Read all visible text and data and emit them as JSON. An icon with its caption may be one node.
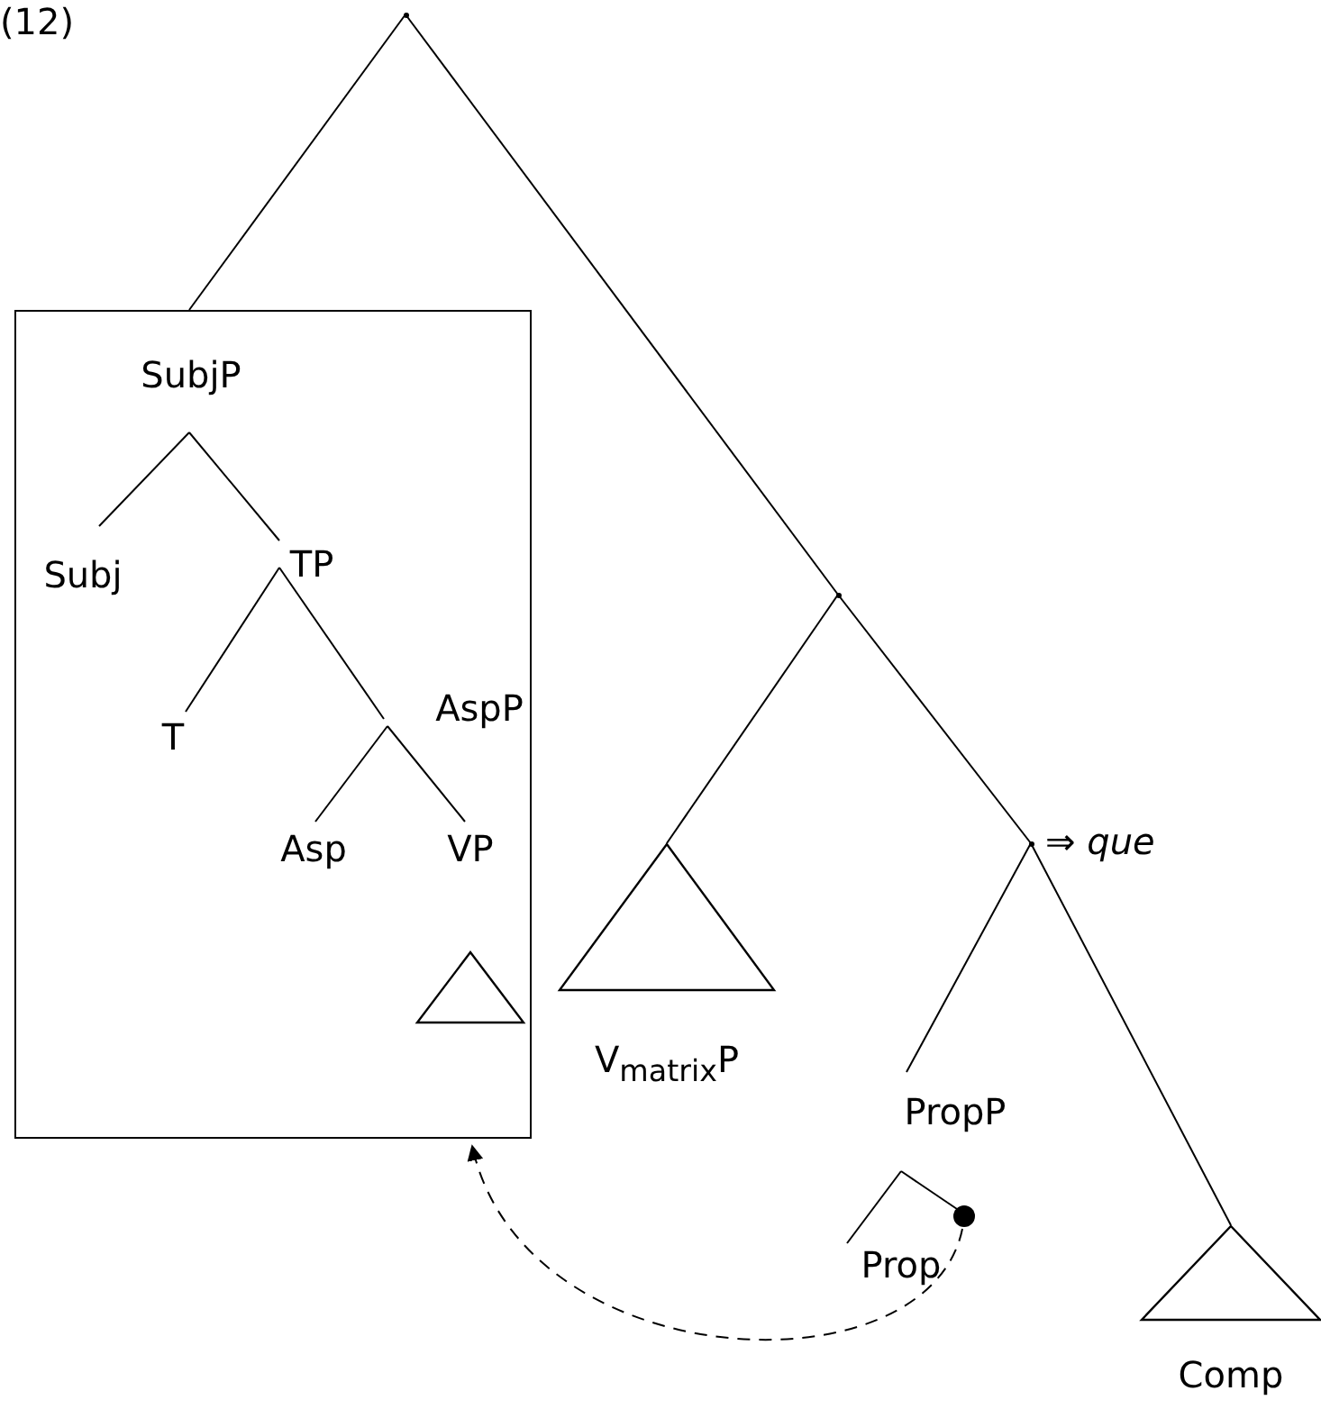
{
  "diagram": {
    "nodes": [
      {
        "text": [],
        "shape": "point"
      },
      {
        "text": [],
        "shape": "box"
      },
      {
        "text": [
          "SubjP"
        ],
        "in": 1
      },
      {
        "text": [
          "Subj"
        ],
        "in": 1
      },
      {
        "text": [
          "TP"
        ],
        "in": 1
      },
      {
        "text": [
          "T"
        ],
        "in": 1
      },
      {
        "text": [
          "AspP"
        ],
        "in": 1
      },
      {
        "text": [
          "Asp"
        ],
        "in": 1
      },
      {
        "text": [
          "VP"
        ],
        "in": 1
      },
      {
        "text": [],
        "shape": "triangle",
        "in": 1
      },
      {
        "text": [],
        "shape": "point"
      },
      {
        "text": [
          "V$_{matrix}$P"
        ]
      },
      {
        "text": [],
        "shape": "point",
        "beside": [
          "⇒ *que*"
        ]
      },
      {
        "text": [
          "PropP"
        ]
      },
      {
        "text": [
          "Prop"
        ]
      },
      {
        "text": [],
        "shape": "circle"
      },
      {
        "text": [
          "Comp"
        ]
      }
    ],
    "edges": [
      {
        "from": 0,
        "to": 1,
        "arrow": "none"
      },
      {
        "from": 0,
        "to": 10,
        "arrow": "none"
      },
      {
        "from": 10,
        "to": 11,
        "arrow": "none"
      },
      {
        "from": 10,
        "to": 12,
        "arrow": "none"
      },
      {
        "from": 12,
        "to": 13,
        "arrow": "none"
      },
      {
        "from": 12,
        "to": 16,
        "arrow": "none"
      },
      {
        "from": 2,
        "to": 3,
        "arrow": "none"
      },
      {
        "from": 2,
        "to": 4,
        "arrow": "none"
      },
      {
        "from": 4,
        "to": 5,
        "arrow": "none"
      },
      {
        "from": 4,
        "to": 6,
        "arrow": "none"
      },
      {
        "from": 6,
        "to": 7,
        "arrow": "none"
      },
      {
        "from": 6,
        "to": 8,
        "arrow": "none"
      },
      {
        "from": 13,
        "to": 14,
        "arrow": "none"
      },
      {
        "from": 13,
        "to": 15,
        "arrow": "none"
      },
      {
        "from": 15,
        "to": 1,
        "arrow": "to",
        "style": "dashed"
      }
    ],
    "labels": [
      "(12)"
    ]
  }
}
